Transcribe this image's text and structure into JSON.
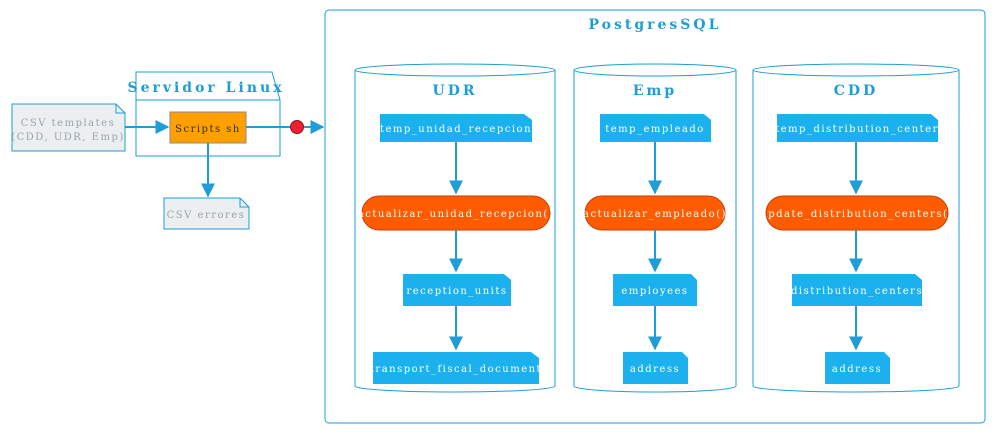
{
  "labels": {
    "csv_templates_line1": "CSV templates",
    "csv_templates_line2": "(CDD, UDR, Emp)",
    "servidor_linux": "Servidor Linux",
    "scripts_sh": "Scripts sh",
    "csv_errores": "CSV errores",
    "postgres": "PostgresSQL"
  },
  "databases": [
    {
      "name": "UDR",
      "temp_table": "temp_unidad_recepcion",
      "procedure": "actualizar_unidad_recepcion()",
      "table_1": "reception_units",
      "table_2": "transport_fiscal_document"
    },
    {
      "name": "Emp",
      "temp_table": "temp_empleado",
      "procedure": "actualizar_empleado()",
      "table_1": "employees",
      "table_2": "address"
    },
    {
      "name": "CDD",
      "temp_table": "temp_distribution_center",
      "procedure": "update_distribution_centers()",
      "table_1": "distribution_centers",
      "table_2": "address"
    }
  ],
  "colors": {
    "accent": "#1bb1ee",
    "line": "#1e9dd6",
    "procedure": "#ff5b00",
    "script": "#ffa000",
    "gray_box": "#eceff1",
    "endpoint": "#f21f32"
  }
}
